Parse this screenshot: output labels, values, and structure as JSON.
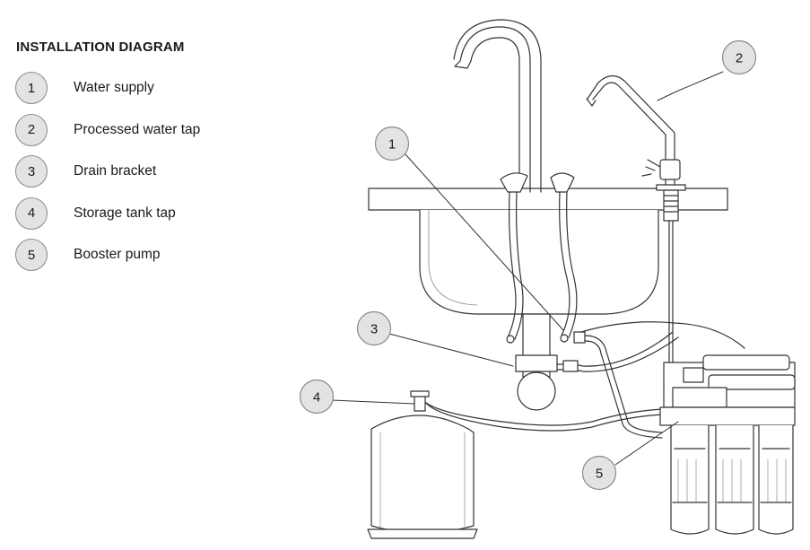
{
  "title": "INSTALLATION DIAGRAM",
  "legend": [
    {
      "number": "1",
      "label": "Water supply"
    },
    {
      "number": "2",
      "label": "Processed water tap"
    },
    {
      "number": "3",
      "label": "Drain bracket"
    },
    {
      "number": "4",
      "label": "Storage tank tap"
    },
    {
      "number": "5",
      "label": "Booster pump"
    }
  ],
  "callouts": {
    "c1": "1",
    "c2": "2",
    "c3": "3",
    "c4": "4",
    "c5": "5"
  },
  "colors": {
    "badge_fill": "#e3e3e3",
    "badge_stroke": "#8a8a8a",
    "line": "#333333"
  }
}
